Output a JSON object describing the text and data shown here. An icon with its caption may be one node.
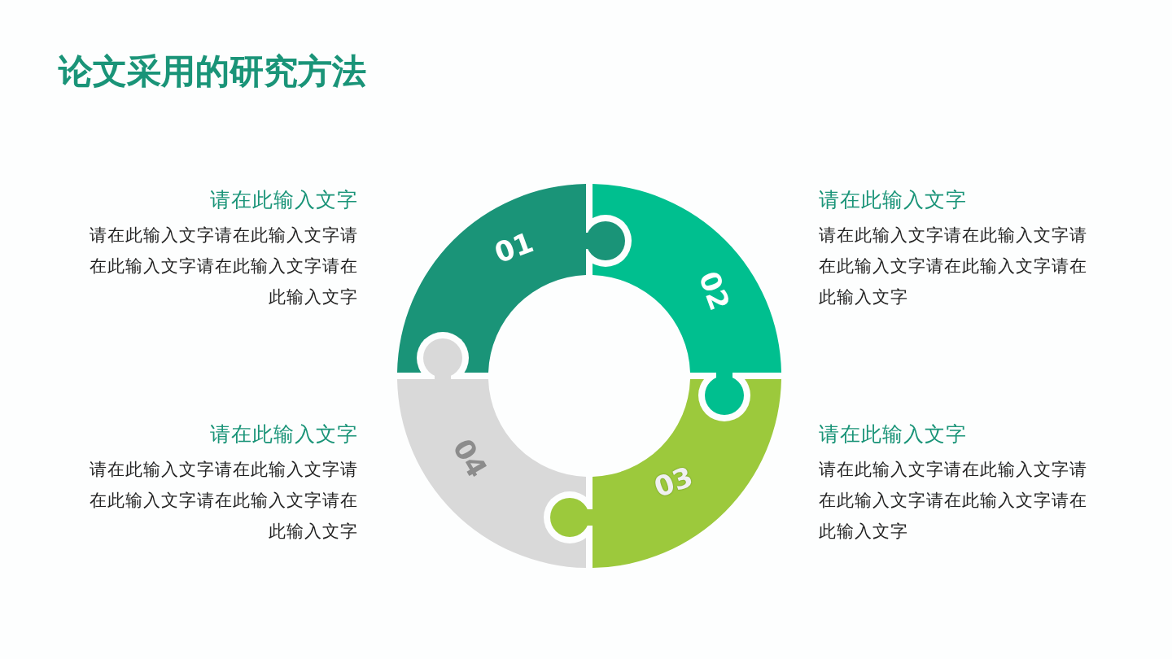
{
  "diagram": {
    "title": "论文采用的研究方法",
    "nodes": [
      {
        "text": [
          "01"
        ],
        "beside": [
          "请在此输入文字",
          "请在此输入文字请在此输入文字请在此输入文字请在此输入文字请在此输入文字"
        ]
      },
      {
        "text": [
          "02"
        ],
        "beside": [
          "请在此输入文字",
          "请在此输入文字请在此输入文字请在此输入文字请在此输入文字请在此输入文字"
        ]
      },
      {
        "text": [
          "03"
        ],
        "beside": [
          "请在此输入文字",
          "请在此输入文字请在此输入文字请在此输入文字请在此输入文字请在此输入文字"
        ]
      },
      {
        "text": [
          "04"
        ],
        "beside": [
          "请在此输入文字",
          "请在此输入文字请在此输入文字请在此输入文字请在此输入文字请在此输入文字"
        ]
      }
    ]
  }
}
